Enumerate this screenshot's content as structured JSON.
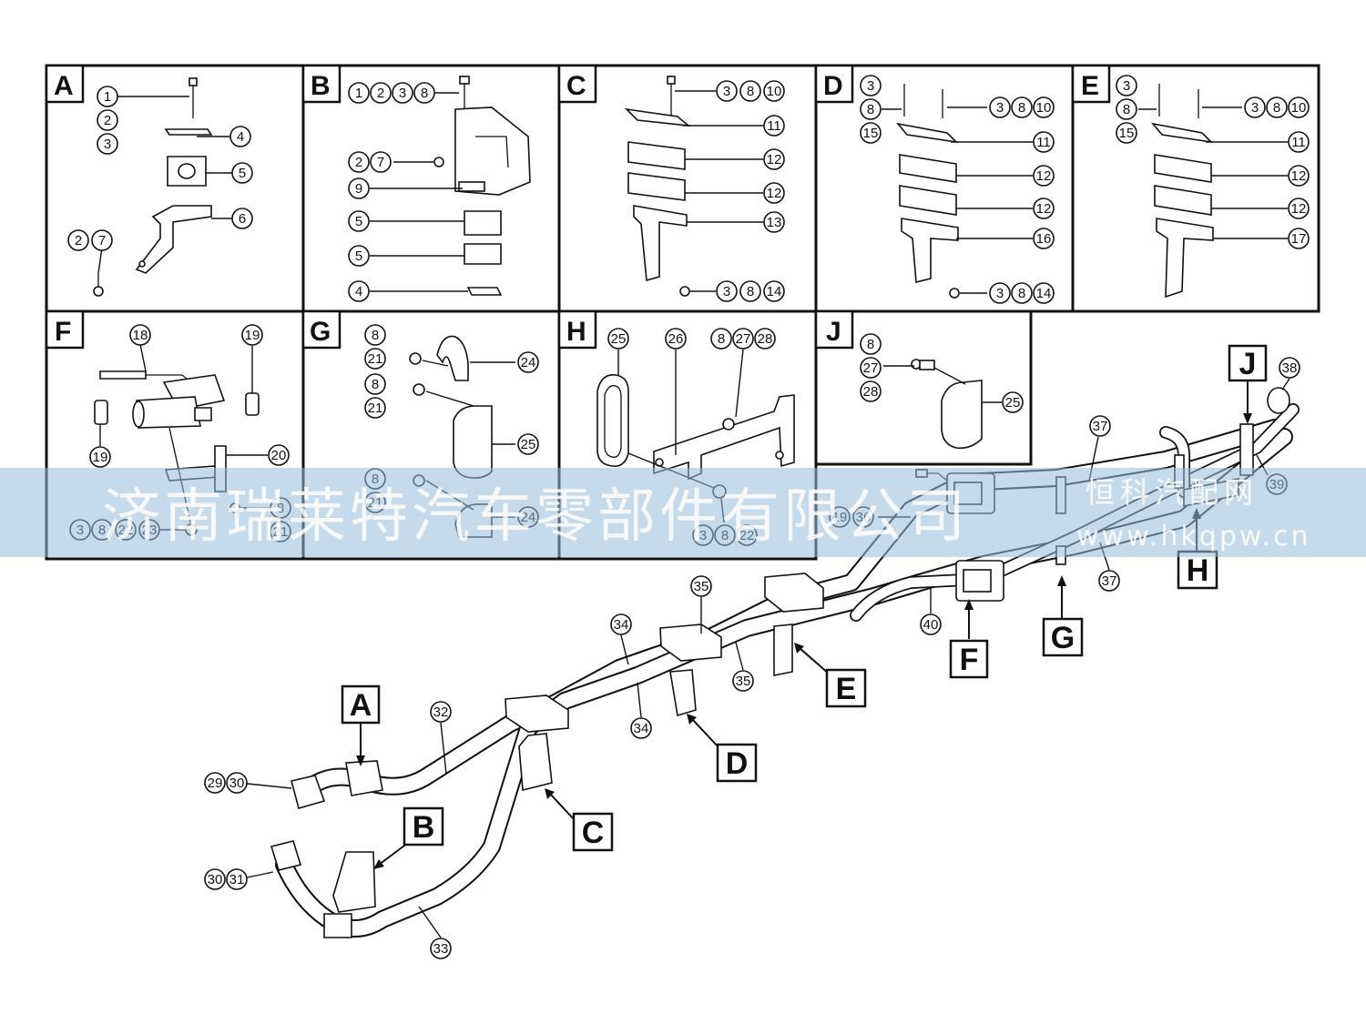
{
  "panels": [
    {
      "id": "A",
      "label": "A"
    },
    {
      "id": "B",
      "label": "B"
    },
    {
      "id": "C",
      "label": "C"
    },
    {
      "id": "D",
      "label": "D"
    },
    {
      "id": "E",
      "label": "E"
    },
    {
      "id": "F",
      "label": "F"
    },
    {
      "id": "G",
      "label": "G"
    },
    {
      "id": "H",
      "label": "H"
    },
    {
      "id": "J",
      "label": "J"
    }
  ],
  "detail_tags": [
    "A",
    "B",
    "C",
    "D",
    "E",
    "F",
    "G",
    "H",
    "J"
  ],
  "part_numbers": [
    "1",
    "2",
    "3",
    "4",
    "5",
    "6",
    "7",
    "8",
    "9",
    "10",
    "11",
    "12",
    "13",
    "14",
    "15",
    "16",
    "17",
    "18",
    "19",
    "20",
    "21",
    "22",
    "23",
    "24",
    "25",
    "26",
    "27",
    "28",
    "29",
    "30",
    "31",
    "32",
    "33",
    "34",
    "35",
    "36",
    "37",
    "38",
    "39",
    "40"
  ],
  "watermark": {
    "company": "济南瑞莱特汽车零部件有限公司",
    "site": "恒科汽配网",
    "url": "www.hkqpw.cn"
  }
}
